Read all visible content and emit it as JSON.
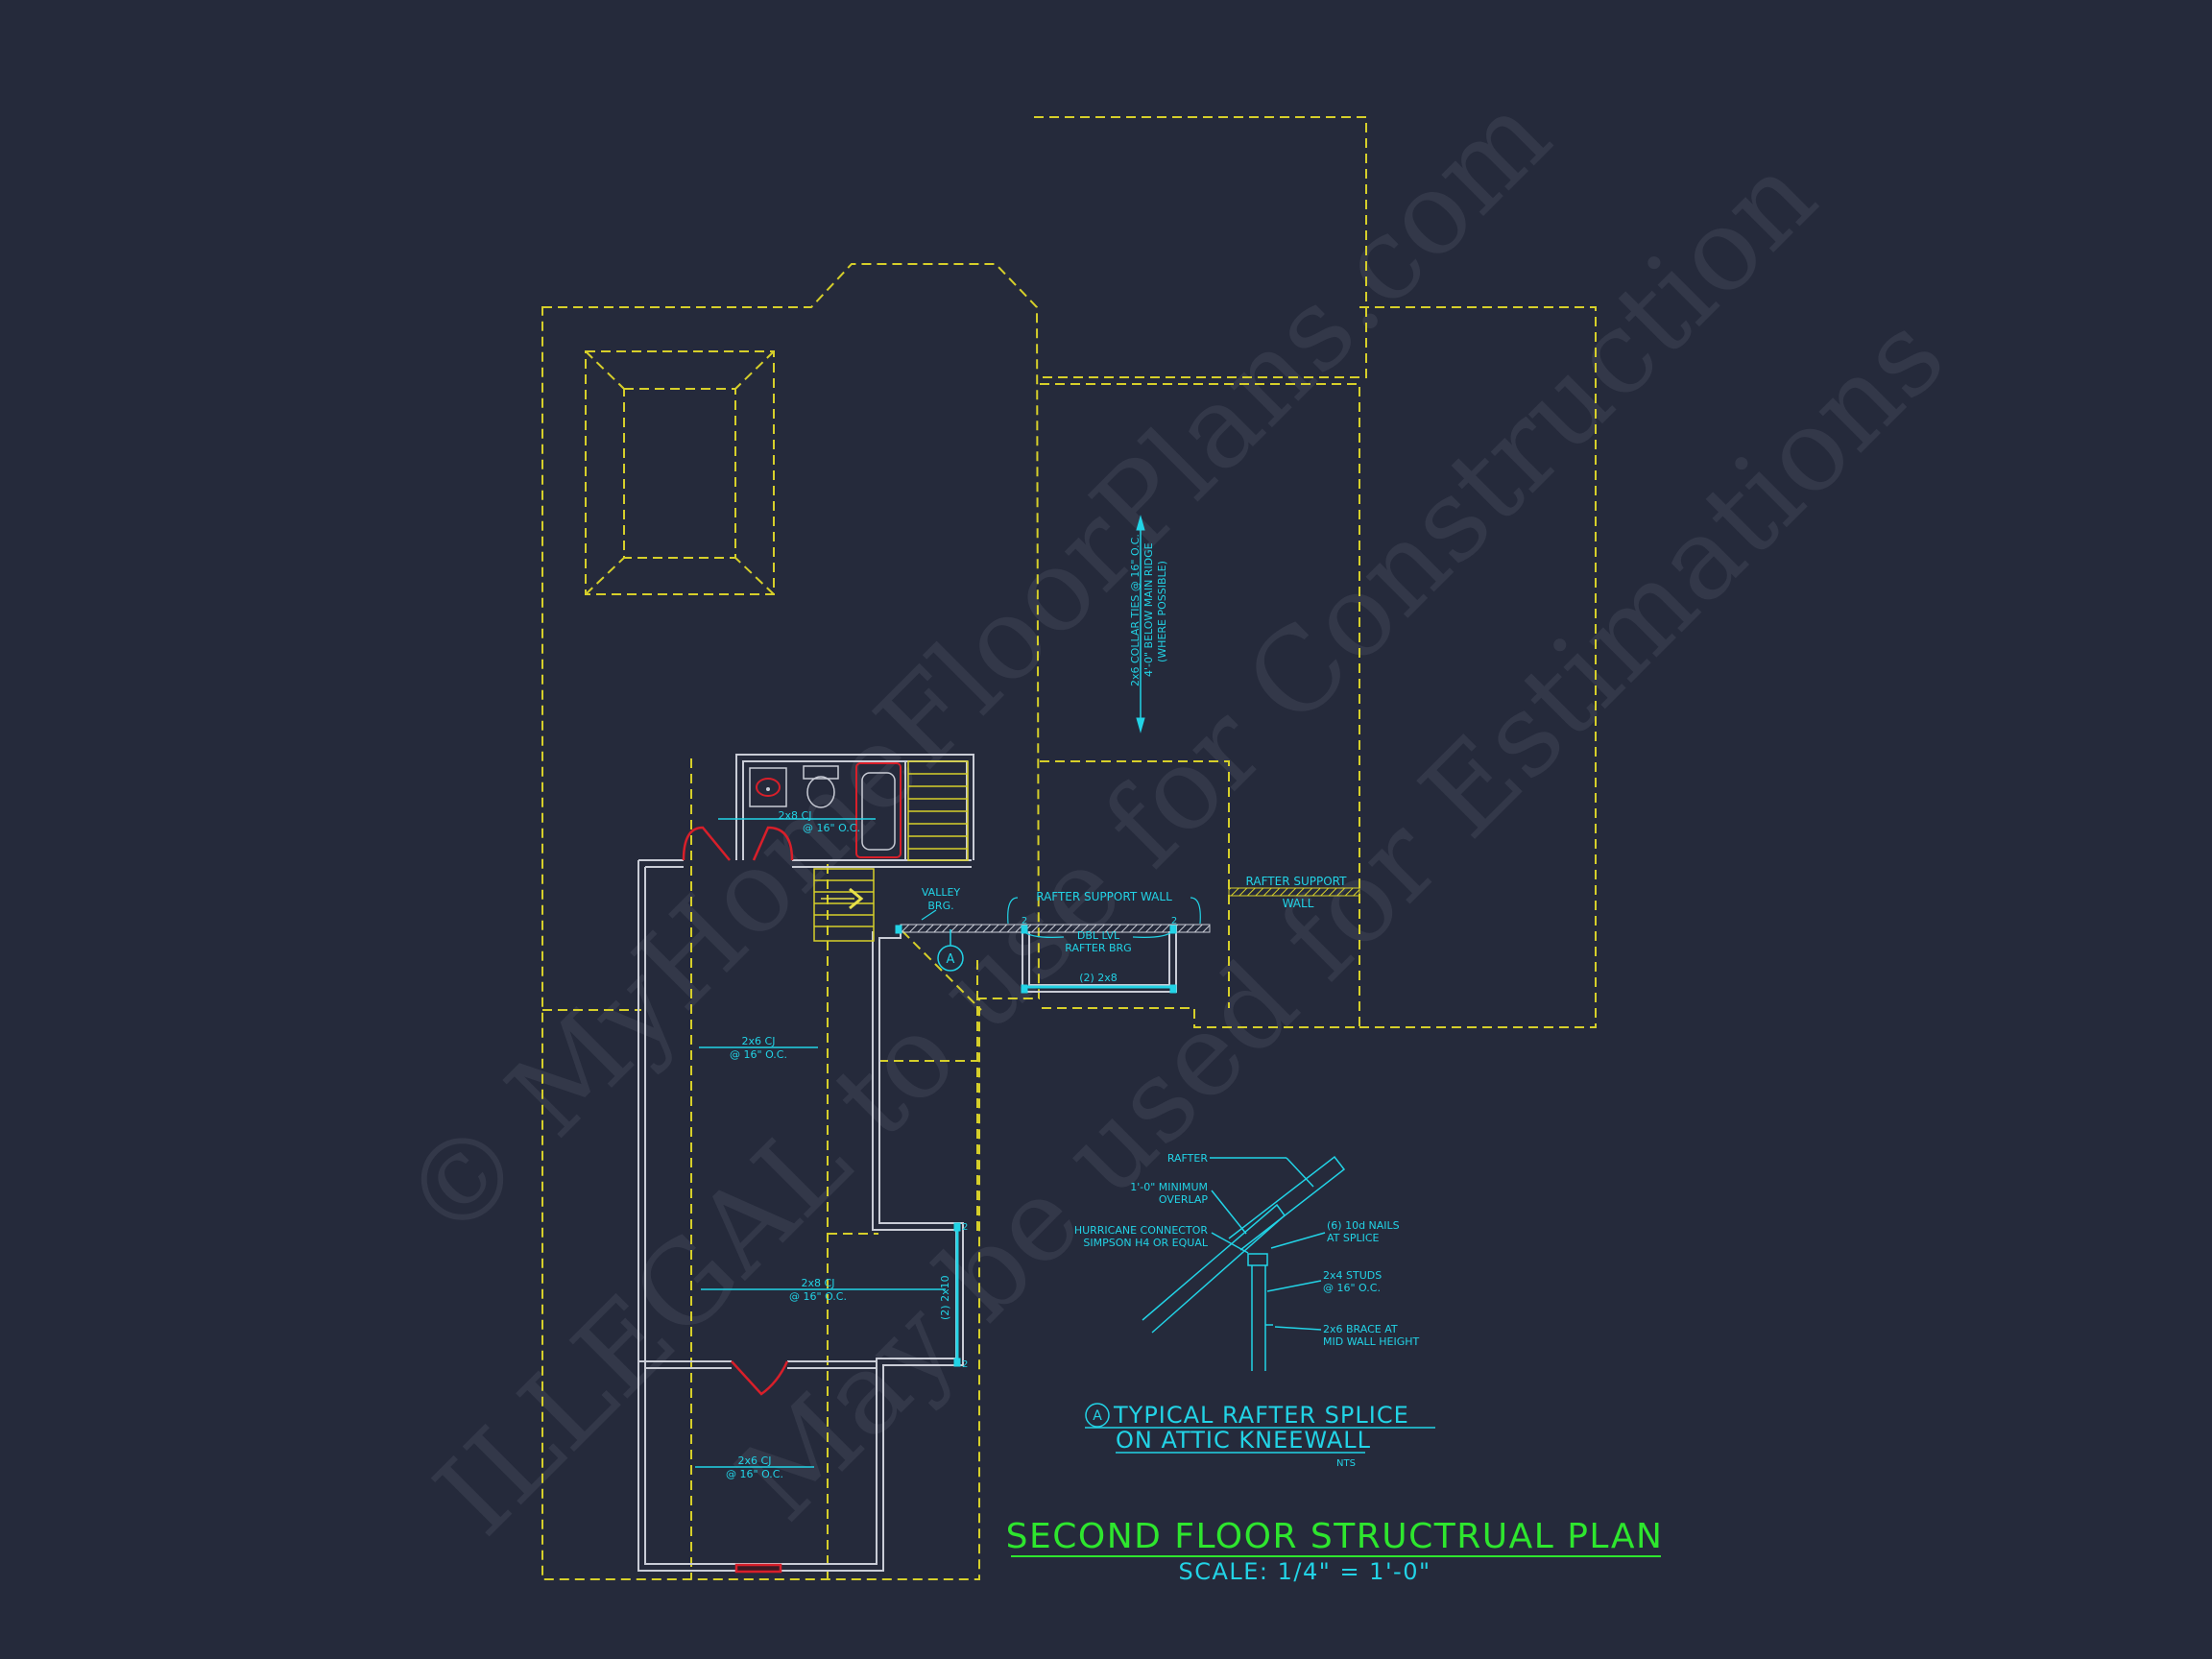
{
  "colors": {
    "background": "#252a3b",
    "roof_dashed": "#d6cf2a",
    "wall": "#c9ccd6",
    "annotation": "#22d3e6",
    "title": "#2ee62e",
    "door": "#d81f2a",
    "stair": "#d6cf2a",
    "watermark": "#5a5f70"
  },
  "watermark": {
    "line1": "© MyHomeFloorPlans.com",
    "line2": "ILLEGAL to use for Construction",
    "line3": "May be used for Estimations"
  },
  "notes": {
    "collar_line1": "2x6 COLLAR TIES @ 16\" O.C.",
    "collar_line2": "4'-0\" BELOW MAIN RIDGE",
    "collar_line3": "(WHERE POSSIBLE)",
    "cj_top_1": "2x8 CJ",
    "cj_top_2": "@ 16\" O.C.",
    "cj_mid_1": "2x6 CJ",
    "cj_mid_2": "@ 16\" O.C.",
    "cj_low_1": "2x8 CJ",
    "cj_low_2": "@ 16\" O.C.",
    "cj_bot_1": "2x6 CJ",
    "cj_bot_2": "@ 16\" O.C.",
    "valley_1": "VALLEY",
    "valley_2": "BRG.",
    "rafter_support_wall": "RAFTER SUPPORT WALL",
    "rafter_support_right_1": "RAFTER SUPPORT",
    "rafter_support_right_2": "WALL",
    "dbl_lvl_1": "DBL LVL",
    "dbl_lvl_2": "RAFTER BRG",
    "header_2x8": "(2) 2x8",
    "header_2x10": "(2) 2x10",
    "post_2": "2",
    "section_tag": "A"
  },
  "detail": {
    "rafter": "RAFTER",
    "overlap_1": "1'-0\" MINIMUM",
    "overlap_2": "OVERLAP",
    "hurricane_1": "HURRICANE CONNECTOR",
    "hurricane_2": "SIMPSON H4 OR EQUAL",
    "nails_1": "(6) 10d NAILS",
    "nails_2": "AT SPLICE",
    "studs_1": "2x4 STUDS",
    "studs_2": "@ 16\" O.C.",
    "brace_1": "2x6 BRACE AT",
    "brace_2": "MID WALL HEIGHT",
    "tag": "A",
    "title_1": "TYPICAL RAFTER SPLICE",
    "title_2": "ON ATTIC KNEEWALL",
    "nts": "NTS"
  },
  "title": {
    "main": "SECOND FLOOR STRUCTRUAL PLAN",
    "scale": "SCALE: 1/4\" = 1'-0\""
  }
}
